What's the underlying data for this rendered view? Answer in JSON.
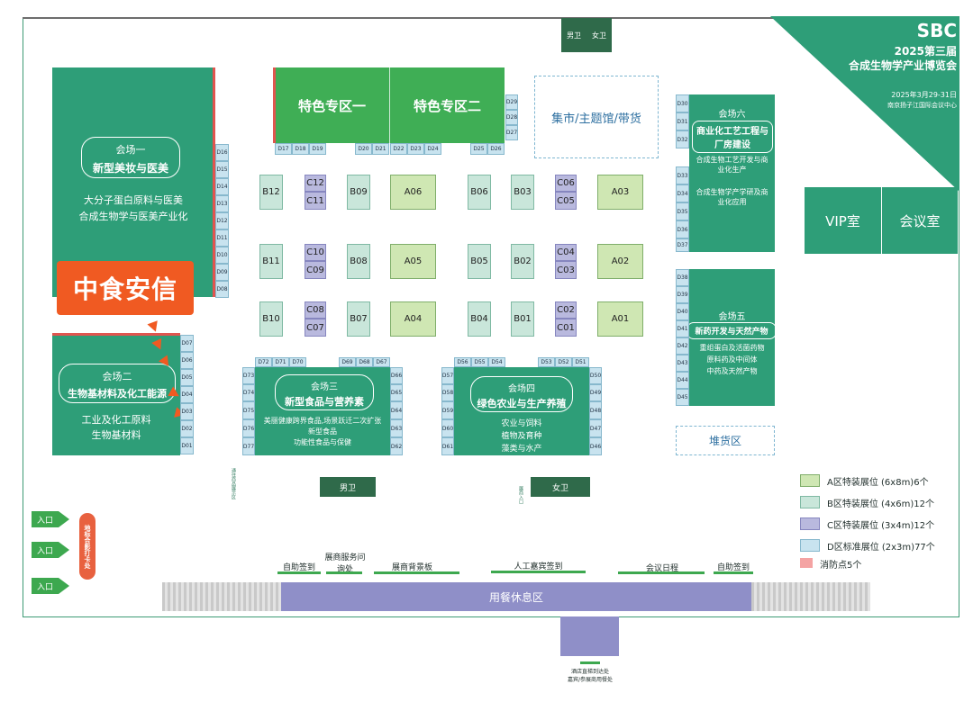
{
  "header": {
    "logo_mark": "SBC",
    "event_title": "2025第三届",
    "event_subtitle": "合成生物学产业博览会",
    "date": "2025年3月29-31日",
    "venue": "南京扬子江国际会议中心"
  },
  "restrooms_top": [
    "男卫",
    "女卫"
  ],
  "special_zones": [
    "特色专区一",
    "特色专区二"
  ],
  "market": "集市/主题馆/带货",
  "halls": {
    "h1": {
      "name": "会场一",
      "topic": "新型美妆与医美",
      "lines": [
        "大分子蛋白原料与医美",
        "合成生物学与医美产业化"
      ]
    },
    "h2": {
      "name": "会场二",
      "topic": "生物基材料及化工能源",
      "lines": [
        "工业及化工原料",
        "生物基材料"
      ]
    },
    "h3": {
      "name": "会场三",
      "topic": "新型食品与营养素",
      "lines": [
        "美丽健康跨界食品,场景跃迁二次扩张",
        "新型食品",
        "功能性食品与保健"
      ]
    },
    "h4": {
      "name": "会场四",
      "topic": "绿色农业与生产养殖",
      "lines": [
        "农业与饲料",
        "植物及育种",
        "藻类与水产"
      ]
    },
    "h5": {
      "name": "会场五",
      "topic": "新药开发与天然产物",
      "lines": [
        "重组蛋白及活菌药物",
        "原料药及中间体",
        "中药及天然产物"
      ]
    },
    "h6": {
      "name": "会场六",
      "topic": "商业化工艺工程与厂房建设",
      "lines": [
        "合成生物工艺开发与商业化生产",
        "合成生物学产学研及商业化应用"
      ]
    }
  },
  "callout": "中食安信",
  "rooms": {
    "vip": "VIP室",
    "meeting": "会议室",
    "storage": "堆货区"
  },
  "restrooms_mid": [
    "男卫",
    "女卫"
  ],
  "booths": {
    "rows": [
      [
        "B12",
        "C12",
        "C11",
        "B09",
        "A06",
        "B06",
        "B03",
        "C06",
        "C05",
        "A03"
      ],
      [
        "B11",
        "C10",
        "C09",
        "B08",
        "A05",
        "B05",
        "B02",
        "C04",
        "C03",
        "A02"
      ],
      [
        "B10",
        "C08",
        "C07",
        "B07",
        "A04",
        "B04",
        "B01",
        "C02",
        "C01",
        "A01"
      ]
    ]
  },
  "d_booths": {
    "top_left": [
      "D17",
      "D18",
      "D19"
    ],
    "top_mid": [
      "D20",
      "D21",
      "D22",
      "D23",
      "D24"
    ],
    "top_right": [
      "D25",
      "D26"
    ],
    "right_special": [
      "D29",
      "D28",
      "D27"
    ],
    "left_col": [
      "D16",
      "D15",
      "D14",
      "D13",
      "D12",
      "D11",
      "D10",
      "D09",
      "D08"
    ],
    "left_col2": [
      "D07",
      "D06",
      "D05",
      "D04",
      "D03",
      "D02",
      "D01"
    ],
    "h3_top_left": [
      "D72",
      "D71",
      "D70"
    ],
    "h3_top_right": [
      "D69",
      "D68",
      "D67"
    ],
    "h3_left": [
      "D73",
      "D74",
      "D75",
      "D76",
      "D77"
    ],
    "h3_right": [
      "D66",
      "D65",
      "D64",
      "D63",
      "D62"
    ],
    "h4_top_left": [
      "D56",
      "D55",
      "D54"
    ],
    "h4_top_right": [
      "D53",
      "D52",
      "D51"
    ],
    "h4_left": [
      "D57",
      "D58",
      "D59",
      "D60",
      "D61"
    ],
    "h4_right": [
      "D50",
      "D49",
      "D48",
      "D47",
      "D46"
    ],
    "h6_left": [
      "D30",
      "D31",
      "D32",
      "D33",
      "D34",
      "D35",
      "D36",
      "D37"
    ],
    "h5_left": [
      "D38",
      "D39",
      "D40",
      "D41",
      "D42",
      "D43",
      "D44",
      "D45"
    ]
  },
  "legend": [
    {
      "label": "A区特装展位 (6x8m)6个",
      "color": "#cfe7b3"
    },
    {
      "label": "B区特装展位 (4x6m)12个",
      "color": "#c9e6da"
    },
    {
      "label": "C区特装展位 (3x4m)12个",
      "color": "#b9b9de"
    },
    {
      "label": "D区标准展位 (2x3m)77个",
      "color": "#c8e3ef"
    },
    {
      "label": "消防点5个",
      "color": "#f4a3a3"
    }
  ],
  "entrances": [
    "入口",
    "入口",
    "入口"
  ],
  "photo_spot": "地标合影打卡处",
  "services": [
    "自助签到",
    "展商服务问询处",
    "展商背景板",
    "人工嘉宾签到",
    "会议日程",
    "自助签到"
  ],
  "dining": "用餐休息区",
  "bottom_note": [
    "酒店直梯到达处",
    "嘉宾/参展商用餐处"
  ],
  "small_notes": [
    "通往商品展示区",
    "展商入口"
  ]
}
